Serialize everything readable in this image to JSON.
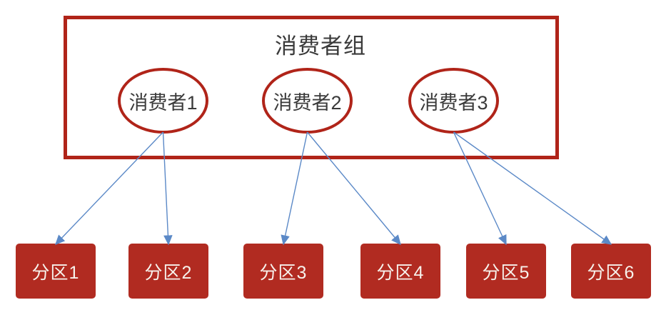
{
  "diagram": {
    "title": "消费者组",
    "consumers": [
      {
        "label": "消费者1"
      },
      {
        "label": "消费者2"
      },
      {
        "label": "消费者3"
      }
    ],
    "partitions": [
      {
        "label": "分区1"
      },
      {
        "label": "分区2"
      },
      {
        "label": "分区3"
      },
      {
        "label": "分区4"
      },
      {
        "label": "分区5"
      },
      {
        "label": "分区6"
      }
    ],
    "edges": [
      {
        "from": 1,
        "to": 1
      },
      {
        "from": 1,
        "to": 2
      },
      {
        "from": 2,
        "to": 3
      },
      {
        "from": 2,
        "to": 4
      },
      {
        "from": 3,
        "to": 5
      },
      {
        "from": 3,
        "to": 6
      }
    ],
    "colors": {
      "border_red": "#B02419",
      "node_red": "#B12B21",
      "arrow_blue": "#5B89C7",
      "text_dark": "#3A3A3A",
      "text_light": "#F7F2EC"
    }
  }
}
